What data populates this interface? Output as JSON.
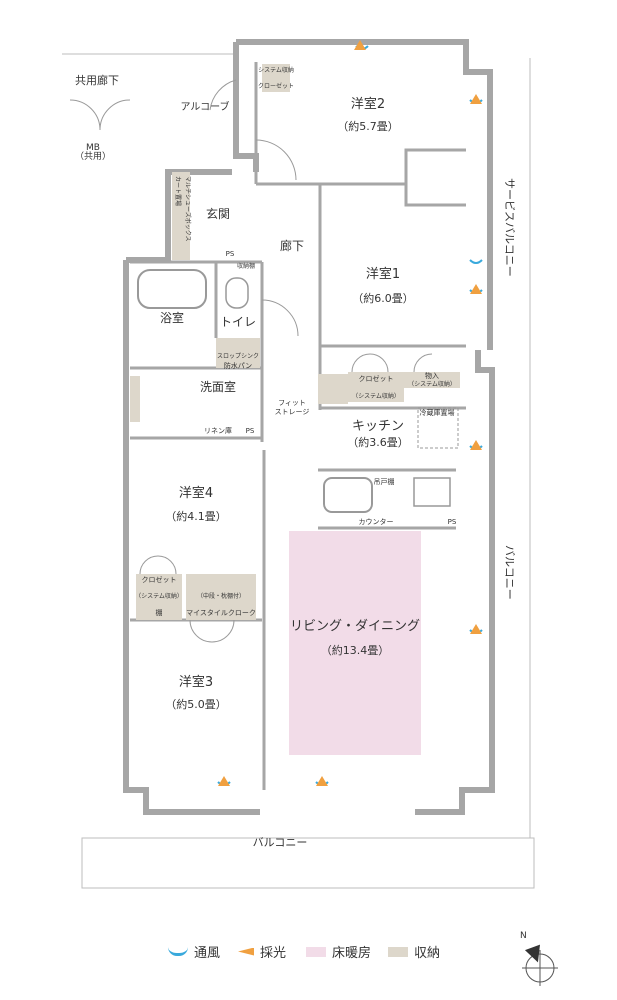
{
  "rooms": {
    "yoshitsu2": {
      "name": "洋室2",
      "size": "（約5.7畳）"
    },
    "yoshitsu1": {
      "name": "洋室1",
      "size": "（約6.0畳）"
    },
    "yoshitsu4": {
      "name": "洋室4",
      "size": "（約4.1畳）"
    },
    "yoshitsu3": {
      "name": "洋室3",
      "size": "（約5.0畳）"
    },
    "kitchen": {
      "name": "キッチン",
      "size": "（約3.6畳）"
    },
    "living": {
      "name": "リビング・ダイニング",
      "size": "（約13.4畳）"
    },
    "entrance": "玄関",
    "hallway": "廊下",
    "bath": "浴室",
    "toilet": "トイレ",
    "washroom": "洗面室"
  },
  "labels": {
    "common_corridor": "共用廊下",
    "alcove": "アルコーブ",
    "mb_top": "MB",
    "mb_bottom": "（共用）",
    "service_balcony": "サービスバルコニー",
    "balcony_right": "バルコニー",
    "balcony_bottom": "バルコニー",
    "system_closet_small_1": "システム収納",
    "system_closet_small_2": "クローゼット",
    "shoe_1": "カート置場",
    "shoe_2": "マルチシューズボックス",
    "ps": "PS",
    "storage_shelf": "収納棚",
    "slot_drain": "スロップシンク",
    "washer_pan": "防水パン",
    "fit_storage_1": "フィット",
    "fit_storage_2": "ストレージ",
    "linen": "リネン庫",
    "closet_y1": "クロゼット",
    "closet_y1_sub": "（システム収納）",
    "monoire": "物入",
    "monoire_sub": "（システム収納）",
    "fridge": "冷蔵庫置場",
    "hanging_cabinet": "吊戸棚",
    "counter": "カウンター",
    "closet_y4": "クロゼット",
    "closet_y4_sub": "（システム収納）",
    "shelf": "棚",
    "my_style_cloak_sub": "（中段・枕棚付）",
    "my_style_cloak": "マイスタイルクローク"
  },
  "legend": [
    {
      "label": "通風",
      "color": "#39a9dc"
    },
    {
      "label": "採光",
      "color": "#f0a040"
    },
    {
      "label": "床暖房",
      "color": "#f2dce8"
    },
    {
      "label": "収納",
      "color": "#ddd7cb"
    }
  ],
  "compass": "N",
  "colors": {
    "wall": "#a6a6a6",
    "floor_heating": "#f2dce8",
    "storage": "#ddd7cb"
  }
}
